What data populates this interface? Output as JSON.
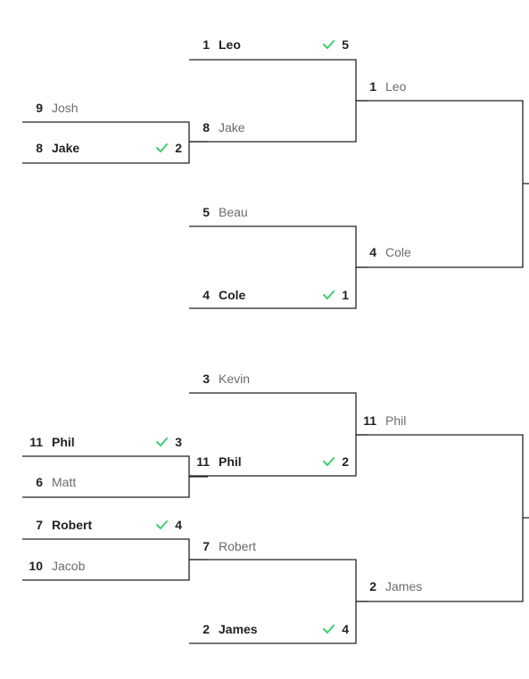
{
  "colors": {
    "line": "#222222",
    "check": "#3ccf6e",
    "loser": "#6b6b6b",
    "winner": "#222222"
  },
  "check_icon": "checkmark-icon",
  "round1": [
    {
      "seed": "9",
      "name": "Josh",
      "score": "",
      "winner": false
    },
    {
      "seed": "8",
      "name": "Jake",
      "score": "2",
      "winner": true
    },
    {
      "seed": "11",
      "name": "Phil",
      "score": "3",
      "winner": true
    },
    {
      "seed": "6",
      "name": "Matt",
      "score": "",
      "winner": false
    },
    {
      "seed": "7",
      "name": "Robert",
      "score": "4",
      "winner": true
    },
    {
      "seed": "10",
      "name": "Jacob",
      "score": "",
      "winner": false
    }
  ],
  "round2": [
    {
      "seed": "1",
      "name": "Leo",
      "score": "5",
      "winner": true
    },
    {
      "seed": "8",
      "name": "Jake",
      "score": "",
      "winner": false
    },
    {
      "seed": "5",
      "name": "Beau",
      "score": "",
      "winner": false
    },
    {
      "seed": "4",
      "name": "Cole",
      "score": "1",
      "winner": true
    },
    {
      "seed": "3",
      "name": "Kevin",
      "score": "",
      "winner": false
    },
    {
      "seed": "11",
      "name": "Phil",
      "score": "2",
      "winner": true
    },
    {
      "seed": "7",
      "name": "Robert",
      "score": "",
      "winner": false
    },
    {
      "seed": "2",
      "name": "James",
      "score": "4",
      "winner": true
    }
  ],
  "round3": [
    {
      "seed": "1",
      "name": "Leo",
      "score": "",
      "winner": false
    },
    {
      "seed": "4",
      "name": "Cole",
      "score": "",
      "winner": false
    },
    {
      "seed": "11",
      "name": "Phil",
      "score": "",
      "winner": false
    },
    {
      "seed": "2",
      "name": "James",
      "score": "",
      "winner": false
    }
  ]
}
